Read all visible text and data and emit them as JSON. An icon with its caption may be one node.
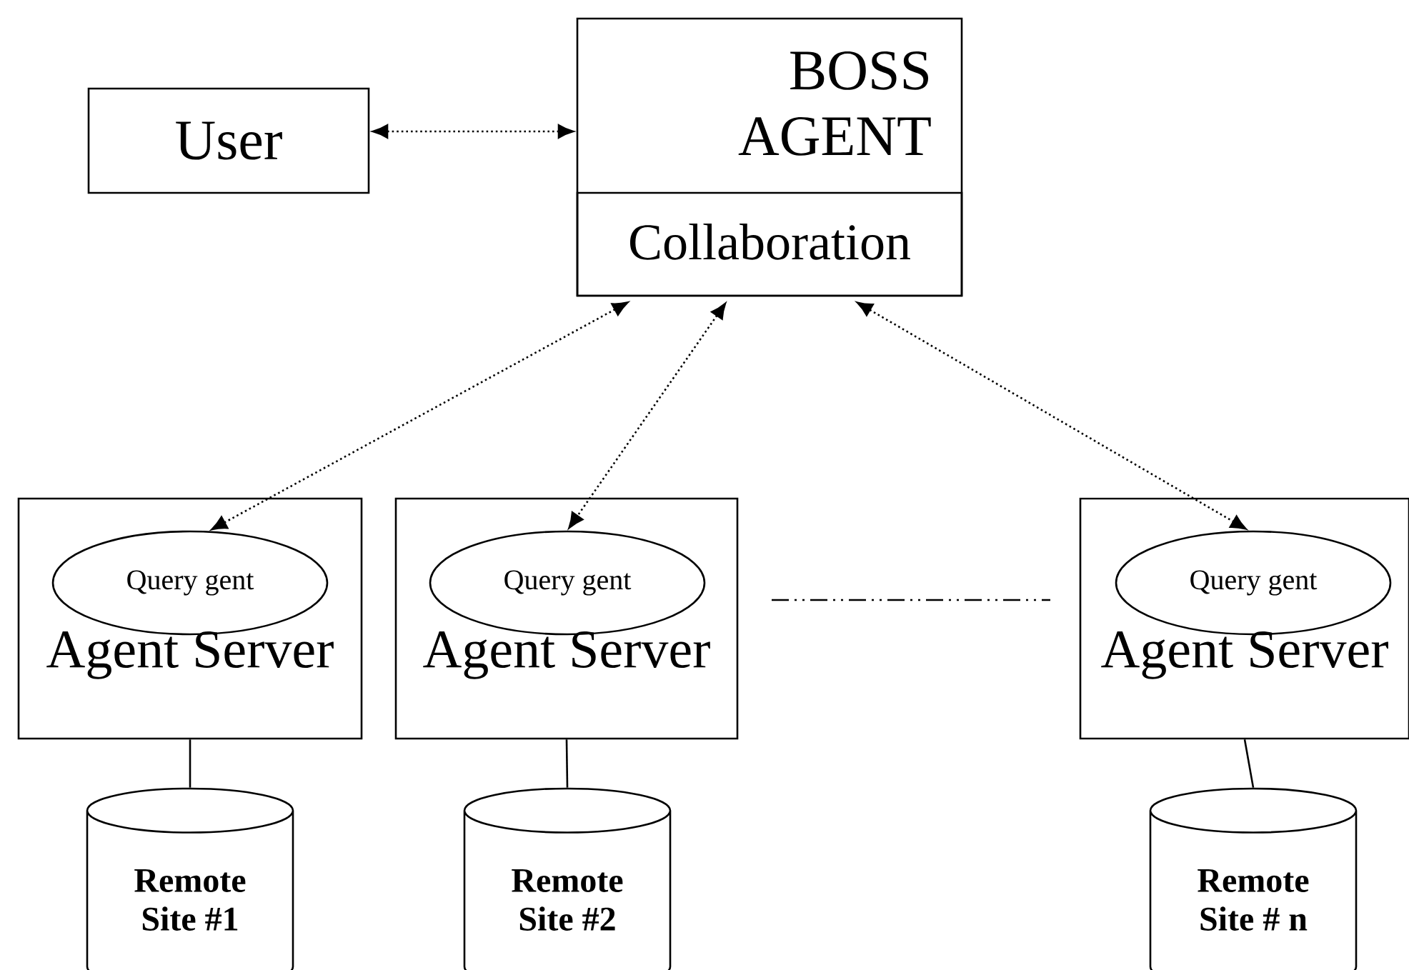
{
  "diagram": {
    "nodes": [
      {
        "text": [
          "User"
        ]
      },
      {
        "text": [
          "BOSS AGENT"
        ]
      },
      {
        "text": [
          "Collaboration"
        ],
        "in": 1
      },
      {
        "text": [
          "Agent Server"
        ]
      },
      {
        "text": [
          "Query  gent"
        ],
        "in": 3
      },
      {
        "text": [
          "Agent Server"
        ]
      },
      {
        "text": [
          "Query  gent"
        ],
        "in": 5
      },
      {
        "text": [
          "Agent Server"
        ]
      },
      {
        "text": [
          "Query  gent"
        ],
        "in": 7
      },
      {
        "text": [
          "Remote Site #1"
        ]
      },
      {
        "text": [
          "Remote Site #2"
        ]
      },
      {
        "text": [
          "Remote Site # n"
        ]
      }
    ],
    "edges": [
      {
        "from": 0,
        "to": 1,
        "arrow": "both",
        "style": "dashed"
      },
      {
        "from": 2,
        "to": 4,
        "arrow": "both",
        "style": "dashed"
      },
      {
        "from": 2,
        "to": 6,
        "arrow": "both",
        "style": "dashed"
      },
      {
        "from": 2,
        "to": 8,
        "arrow": "both",
        "style": "dashed"
      },
      {
        "from": 3,
        "to": 9,
        "arrow": "none"
      },
      {
        "from": 5,
        "to": 10,
        "arrow": "none"
      },
      {
        "from": 7,
        "to": 11,
        "arrow": "none"
      }
    ]
  }
}
